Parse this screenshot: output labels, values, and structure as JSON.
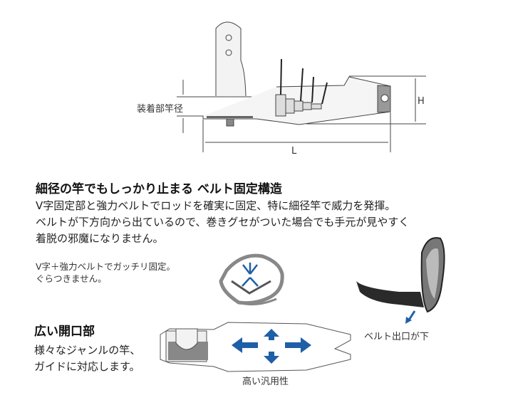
{
  "diagram": {
    "rod_diameter_label": "装着部竿径",
    "height_label": "H",
    "length_label": "L"
  },
  "section1": {
    "heading": "細径の竿でもしっかり止まる ベルト固定構造",
    "body": [
      "V字固定部と強力ベルトでロッドを確実に固定、特に細径竿で威力を発揮。",
      "ベルトが下方向から出ているので、巻きグセがついた場合でも手元が見やすく",
      "着脱の邪魔になりません。"
    ],
    "caption": [
      "V字＋強力ベルトでガッチリ固定。",
      "ぐらつきません。"
    ],
    "belt_caption": "ベルト出口が下"
  },
  "section2": {
    "heading": "広い開口部",
    "body": [
      "様々なジャンルの竿、",
      "ガイドに対応します。"
    ],
    "caption": "高い汎用性"
  },
  "colors": {
    "accent_blue": "#1f5fa6",
    "gray": "#8a8a8a",
    "dark": "#2a2a2a"
  }
}
